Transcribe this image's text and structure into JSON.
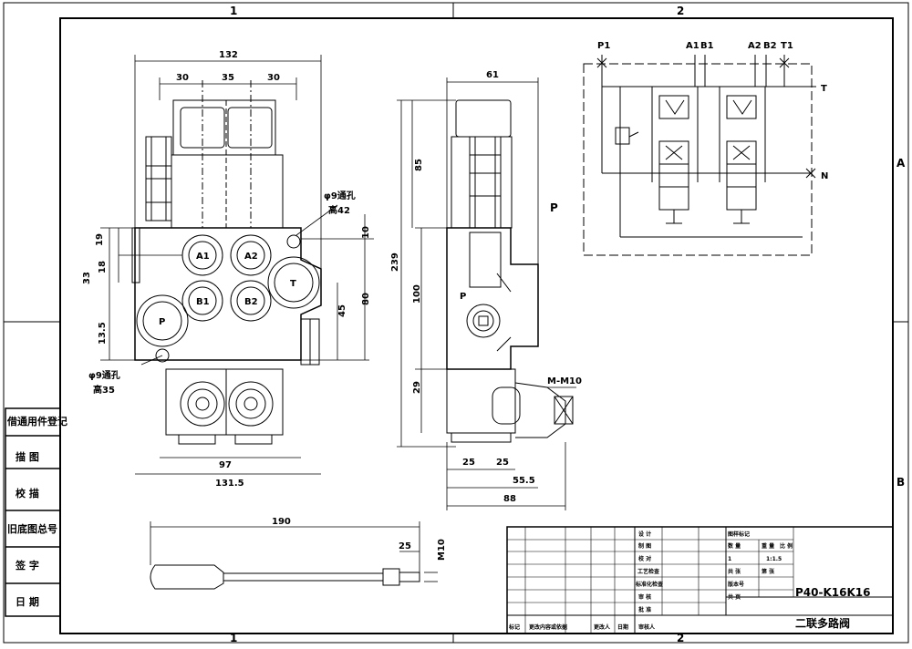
{
  "border": {
    "zones_top": [
      "1",
      "2"
    ],
    "zones_bottom": [
      "1",
      "2"
    ],
    "zones_side": [
      "A",
      "B"
    ]
  },
  "side_table": [
    "借通用件登记",
    "描 图",
    "校 描",
    "旧底图总号",
    "签 字",
    "日 期"
  ],
  "front_view": {
    "dims": {
      "width_132": "132",
      "d30a": "30",
      "d35": "35",
      "d30b": "30",
      "d19": "19",
      "d18": "18",
      "d33": "33",
      "d13_5": "13.5",
      "d10": "10",
      "d80": "80",
      "d45": "45",
      "d97": "97",
      "d131_5": "131.5"
    },
    "ports": {
      "a1": "A1",
      "a2": "A2",
      "b1": "B1",
      "b2": "B2",
      "t": "T",
      "p": "P"
    },
    "note_top_1": "φ9通孔",
    "note_top_2": "高42",
    "note_bottom_1": "φ9通孔",
    "note_bottom_2": "高35"
  },
  "side_view": {
    "dims": {
      "d61": "61",
      "d85": "85",
      "d239": "239",
      "d100": "100",
      "d29": "29",
      "d25a": "25",
      "d25b": "25",
      "d55_5": "55.5",
      "d88": "88",
      "thread": "M-M10"
    },
    "port_p": "P",
    "label_p": "P"
  },
  "schematic": {
    "p1": "P1",
    "a1": "A1",
    "b1": "B1",
    "a2": "A2",
    "b2": "B2",
    "t1": "T1",
    "t": "T",
    "n": "N"
  },
  "handle": {
    "d190": "190",
    "d25": "25",
    "thread": "M10"
  },
  "title_block": {
    "row_labels": [
      "设 计",
      "制 图",
      "校 对",
      "工艺检查",
      "标准化检查",
      "审 核",
      "批 准"
    ],
    "right_labels": [
      "图样标记",
      "数 量",
      "重 量",
      "比 例",
      "共 张",
      "第 张",
      "版本号",
      "共 页"
    ],
    "scale": "1:1.5",
    "qty": "1",
    "bottom_labels": [
      "标记",
      "更改内容或依据",
      "更改人",
      "日期",
      "审核人"
    ],
    "part_no": "P40-K16K16",
    "part_name": "二联多路阀"
  }
}
